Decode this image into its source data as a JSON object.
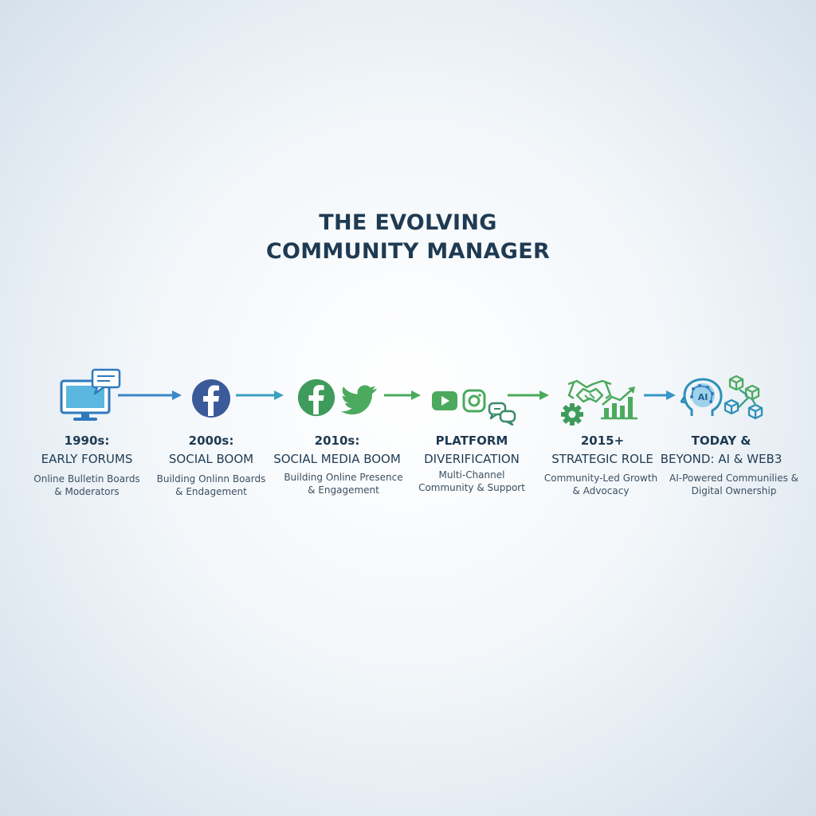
{
  "title": {
    "line1": "THE EVOLVING",
    "line2": "COMMUNITY MANAGER"
  },
  "colors": {
    "title": "#1f3b53",
    "blue": "#3a86c8",
    "teal": "#3aa08a",
    "green": "#4caa5e",
    "facebook_blue": "#3b5a9a",
    "facebook_green": "#3f9b5c"
  },
  "stages": [
    {
      "icons": [
        "monitor-icon",
        "chat-bubble-icon"
      ],
      "year": "1990s:",
      "name": "EARLY FORUMS",
      "desc_line1": "Online Bulletin Boards",
      "desc_line2": "& Moderators"
    },
    {
      "icons": [
        "facebook-icon"
      ],
      "year": "2000s:",
      "name": "SOCIAL BOOM",
      "desc_line1": "Building Onlinn Boards",
      "desc_line2": "& Endagement"
    },
    {
      "icons": [
        "facebook-icon",
        "twitter-bird-icon"
      ],
      "year": "2010s:",
      "name": "SOCIAL MEDIA BOOM",
      "desc_line1": "Building Online Presence",
      "desc_line2": "& Engagement"
    },
    {
      "icons": [
        "youtube-icon",
        "instagram-icon",
        "chat-bubbles-icon"
      ],
      "year": "PLATFORM",
      "name": "DIVERIFICATION",
      "desc_line1": "Multi-Channel",
      "desc_line2": "Community & Support"
    },
    {
      "icons": [
        "handshake-icon",
        "gear-icon",
        "growth-chart-icon"
      ],
      "year": "2015+",
      "name": "STRATEGIC ROLE",
      "desc_line1": "Community-Led Growth",
      "desc_line2": "& Advocacy"
    },
    {
      "icons": [
        "ai-head-icon",
        "blockchain-cubes-icon"
      ],
      "year": "TODAY &",
      "name": "BEYOND: AI & WEB3",
      "desc_line1": "AI-Powered Communilies &",
      "desc_line2": "Digital Ownership"
    }
  ],
  "head_label": "AI"
}
